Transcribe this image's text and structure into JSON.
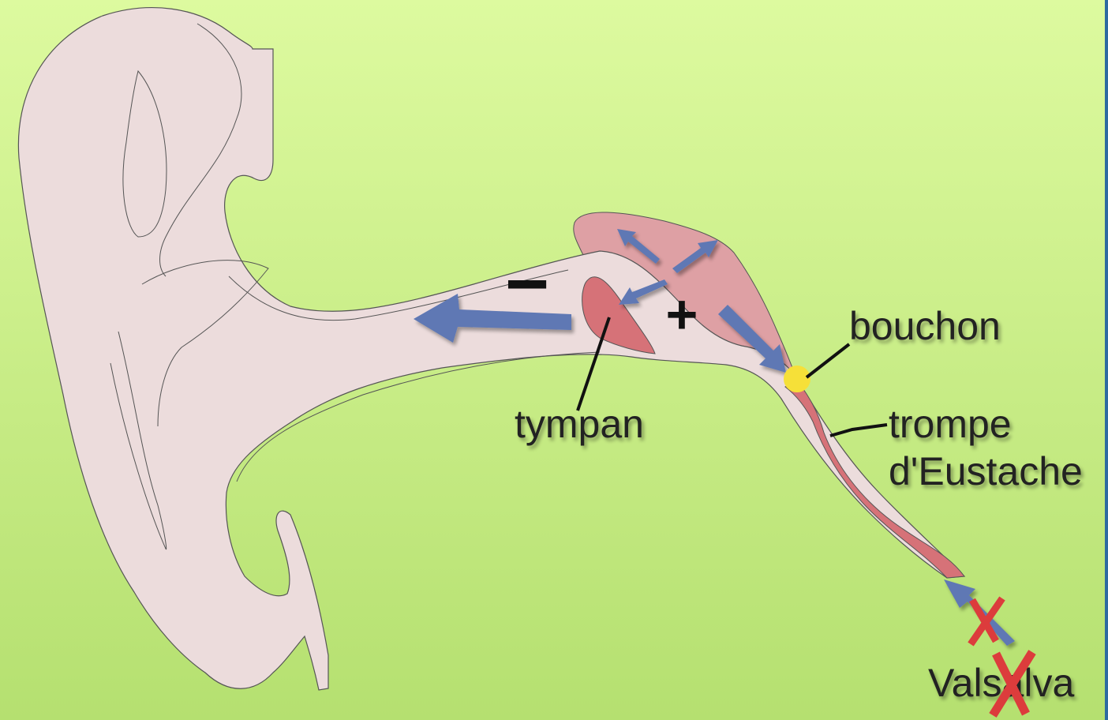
{
  "labels": {
    "bouchon": "bouchon",
    "tympan": "tympan",
    "trompe_line1": "trompe",
    "trompe_line2": "d'Eustache",
    "valsalva": "Valsalva"
  },
  "symbols": {
    "minus": "−",
    "plus": "+"
  },
  "colors": {
    "background_top": "#dcfa9e",
    "background_bottom": "#b8e274",
    "ear_skin": "#ecdcdc",
    "middle_ear": "#dea0a4",
    "tube_red": "#d67278",
    "arrow_blue": "#5e78b4",
    "plug_yellow": "#f6e038",
    "cross_red": "#dc3c3c"
  }
}
